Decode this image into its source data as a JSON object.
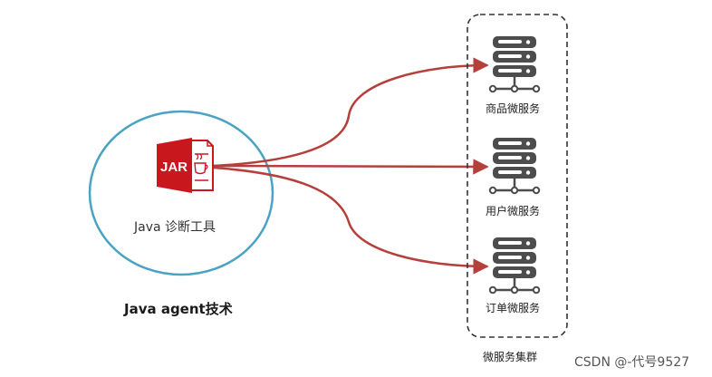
{
  "tool": {
    "jar_text": "JAR",
    "label": "Java 诊断工具"
  },
  "technique_label": "Java agent技术",
  "cluster": {
    "label": "微服务集群",
    "services": [
      {
        "name": "商品微服务"
      },
      {
        "name": "用户微服务"
      },
      {
        "name": "订单微服务"
      }
    ]
  },
  "watermark": "CSDN @-代号9527",
  "colors": {
    "circle_stroke": "#4aa3c3",
    "arrow": "#b5403b",
    "jar_red": "#c8171d",
    "server_icon": "#4d4d4d",
    "cluster_border": "#333333"
  },
  "icons": {
    "jar": "jar-file-icon",
    "server": "server-icon"
  }
}
